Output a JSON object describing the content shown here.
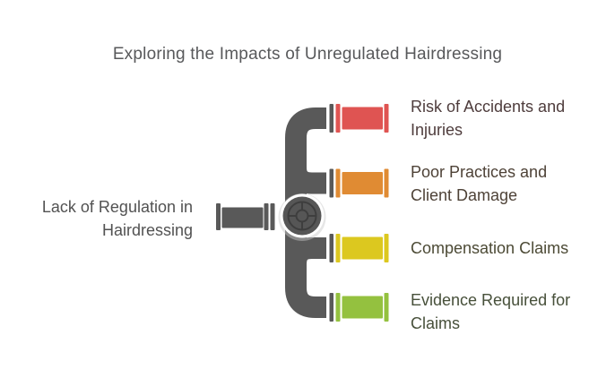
{
  "title": "Exploring the Impacts of Unregulated Hairdressing",
  "center": {
    "label": "Lack of Regulation in Hairdressing"
  },
  "branches": [
    {
      "label": "Risk of Accidents and Injuries",
      "pipe_color": "#DF5452",
      "text_color": "#4E3C3C"
    },
    {
      "label": "Poor Practices and Client Damage",
      "pipe_color": "#E08B33",
      "text_color": "#4E4237"
    },
    {
      "label": "Compensation Claims",
      "pipe_color": "#DCC81F",
      "text_color": "#4C4A35"
    },
    {
      "label": "Evidence Required for Claims",
      "pipe_color": "#94C13F",
      "text_color": "#47503A"
    }
  ],
  "icons": {
    "valve": "pipe-valve-icon"
  },
  "colors": {
    "background": "#FFFFFF",
    "pipe_gray": "#595959",
    "valve_body": "#565656",
    "valve_engraving": "#3E3E3E",
    "title_text": "#58595B",
    "center_text": "#525252"
  }
}
